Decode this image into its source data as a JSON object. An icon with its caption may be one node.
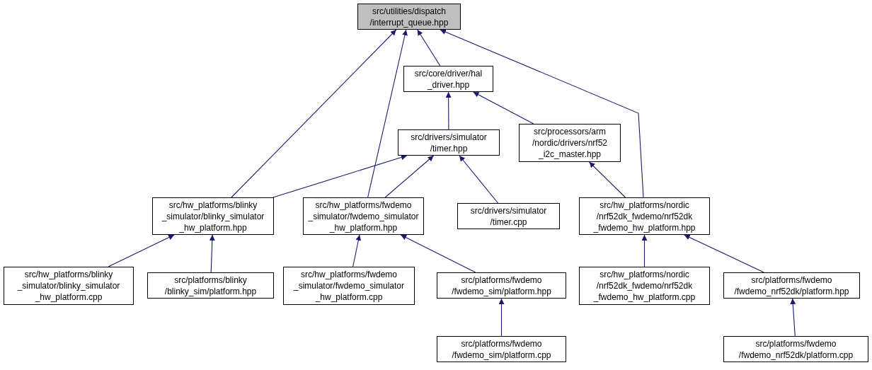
{
  "diagram": {
    "nodes": [
      {
        "text": [
          "src/utilities/dispatch /interrupt_queue.hpp"
        ]
      },
      {
        "text": [
          "src/core/driver/hal _driver.hpp"
        ]
      },
      {
        "text": [
          "src/drivers/simulator /timer.hpp"
        ]
      },
      {
        "text": [
          "src/processors/arm /nordic/drivers/nrf52 _i2c_master.hpp"
        ]
      },
      {
        "text": [
          "src/hw_platforms/blinky _simulator/blinky_simulator _hw_platform.hpp"
        ]
      },
      {
        "text": [
          "src/hw_platforms/fwdemo _simulator/fwdemo_simulator _hw_platform.hpp"
        ]
      },
      {
        "text": [
          "src/drivers/simulator /timer.cpp"
        ]
      },
      {
        "text": [
          "src/hw_platforms/nordic /nrf52dk_fwdemo/nrf52dk _fwdemo_hw_platform.hpp"
        ]
      },
      {
        "text": [
          "src/hw_platforms/blinky _simulator/blinky_simulator _hw_platform.cpp"
        ]
      },
      {
        "text": [
          "src/platforms/blinky /blinky_sim/platform.hpp"
        ]
      },
      {
        "text": [
          "src/hw_platforms/fwdemo _simulator/fwdemo_simulator _hw_platform.cpp"
        ]
      },
      {
        "text": [
          "src/platforms/fwdemo /fwdemo_sim/platform.hpp"
        ]
      },
      {
        "text": [
          "src/hw_platforms/nordic /nrf52dk_fwdemo/nrf52dk _fwdemo_hw_platform.cpp"
        ]
      },
      {
        "text": [
          "src/platforms/fwdemo /fwdemo_nrf52dk/platform.hpp"
        ]
      },
      {
        "text": [
          "src/platforms/fwdemo /fwdemo_sim/platform.cpp"
        ]
      },
      {
        "text": [
          "src/platforms/fwdemo /fwdemo_nrf52dk/platform.cpp"
        ]
      }
    ],
    "edges": [
      {
        "from": 1,
        "to": 0,
        "arrow": "to"
      },
      {
        "from": 4,
        "to": 0,
        "arrow": "to"
      },
      {
        "from": 5,
        "to": 0,
        "arrow": "to"
      },
      {
        "from": 7,
        "to": 0,
        "arrow": "to"
      },
      {
        "from": 2,
        "to": 1,
        "arrow": "to"
      },
      {
        "from": 3,
        "to": 1,
        "arrow": "to"
      },
      {
        "from": 4,
        "to": 2,
        "arrow": "to"
      },
      {
        "from": 5,
        "to": 2,
        "arrow": "to"
      },
      {
        "from": 6,
        "to": 2,
        "arrow": "to"
      },
      {
        "from": 7,
        "to": 3,
        "arrow": "to"
      },
      {
        "from": 8,
        "to": 4,
        "arrow": "to"
      },
      {
        "from": 9,
        "to": 4,
        "arrow": "to"
      },
      {
        "from": 10,
        "to": 5,
        "arrow": "to"
      },
      {
        "from": 11,
        "to": 5,
        "arrow": "to"
      },
      {
        "from": 12,
        "to": 7,
        "arrow": "to"
      },
      {
        "from": 13,
        "to": 7,
        "arrow": "to"
      },
      {
        "from": 14,
        "to": 11,
        "arrow": "to"
      },
      {
        "from": 15,
        "to": 13,
        "arrow": "to"
      }
    ]
  }
}
